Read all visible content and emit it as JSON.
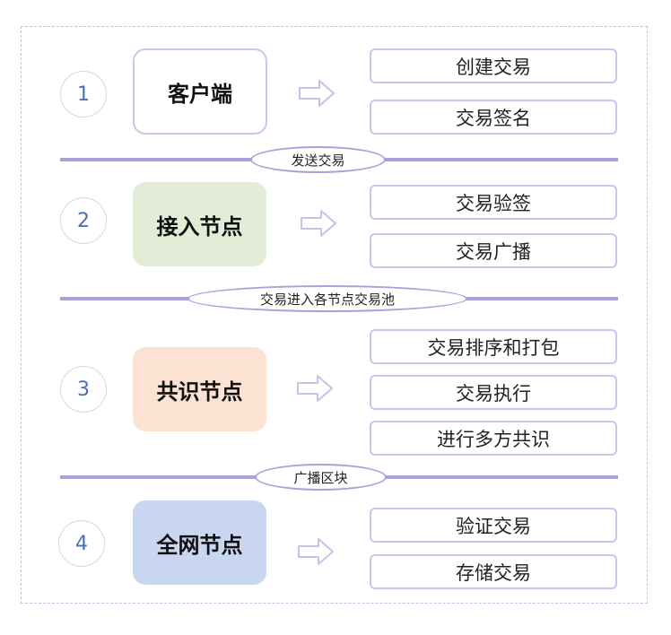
{
  "colors": {
    "frame_border": "#c2c2e6",
    "divider": "#a8a2da",
    "box_border": "#cdc4ec",
    "number_text": "#4a6fb3",
    "access_node_fill": "#e2ecd6",
    "consensus_node_fill": "#fbe2d3",
    "network_node_fill": "#c8d6ef"
  },
  "stages": [
    {
      "number": "1",
      "node": "客户端",
      "arrow_icon": "right-arrow-icon",
      "steps": [
        "创建交易",
        "交易签名"
      ]
    },
    {
      "number": "2",
      "node": "接入节点",
      "arrow_icon": "right-arrow-icon",
      "steps": [
        "交易验签",
        "交易广播"
      ]
    },
    {
      "number": "3",
      "node": "共识节点",
      "arrow_icon": "right-arrow-icon",
      "steps": [
        "交易排序和打包",
        "交易执行",
        "进行多方共识"
      ]
    },
    {
      "number": "4",
      "node": "全网节点",
      "arrow_icon": "right-arrow-icon",
      "steps": [
        "验证交易",
        "存储交易"
      ]
    }
  ],
  "transitions": [
    "发送交易",
    "交易进入各节点交易池",
    "广播区块"
  ]
}
